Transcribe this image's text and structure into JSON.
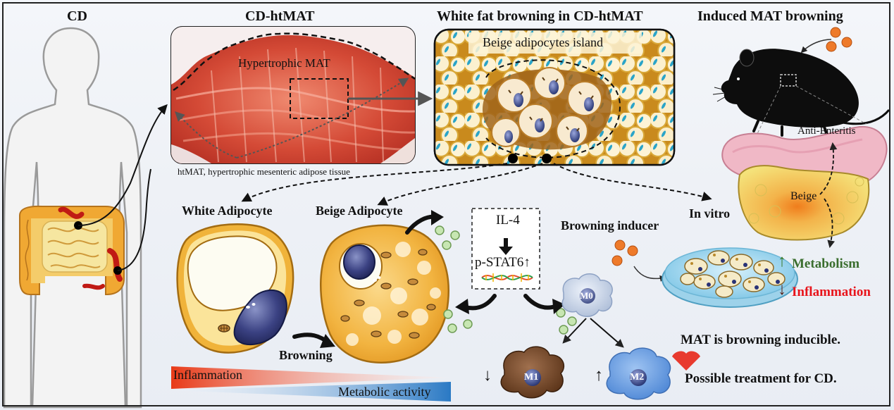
{
  "headings": {
    "cd": "CD",
    "cd_htmat": "CD-htMAT",
    "white_fat_browning": "White fat browning in CD-htMAT",
    "induced_mat_browning": "Induced MAT browning"
  },
  "photo": {
    "hypertrophic_mat": "Hypertrophic MAT",
    "caption": "htMAT, hypertrophic mesenteric adipose tissue"
  },
  "beige_island": "Beige adipocytes island",
  "labels": {
    "white_adipocyte": "White Adipocyte",
    "beige_adipocyte": "Beige Adipocyte",
    "in_vitro": "In vitro",
    "browning_inducer": "Browning inducer",
    "browning": "Browning",
    "anti_enteritis": "Anti-Enteritis",
    "beige": "Beige"
  },
  "signaling": {
    "il4": "IL-4",
    "pstat6": "p-STAT6",
    "up_arrow": "↑"
  },
  "macrophages": {
    "m0": "M0",
    "m1": "M1",
    "m2": "M2",
    "m1_arrow": "↓",
    "m2_arrow": "↑"
  },
  "gradient": {
    "inflammation": "Inflammation",
    "metabolic_activity": "Metabolic activity"
  },
  "outcomes": {
    "metabolism_arrow": "↑",
    "metabolism": "Metabolism",
    "inflammation_arrow": "↓",
    "inflammation": "Inflammation",
    "conclusion": "MAT is browning inducible.",
    "treatment": "Possible treatment for CD."
  },
  "colors": {
    "metabolism": "#3a6e2e",
    "inflammation": "#e8141b",
    "metabolism_arrow": "#3b7a2a",
    "inflammation_arrow": "#5a1d12",
    "heart": "#e83a2e"
  }
}
